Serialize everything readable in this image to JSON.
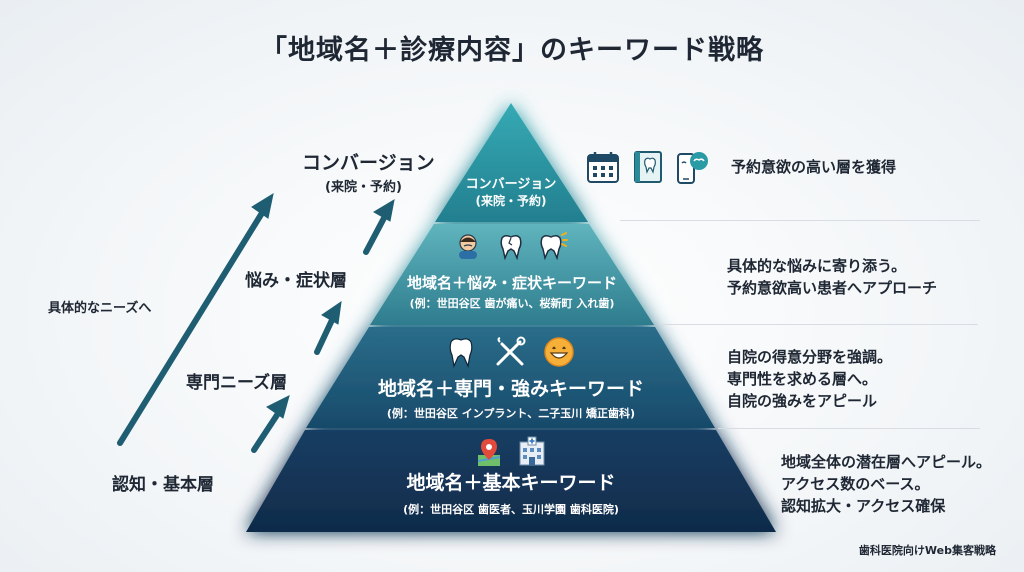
{
  "title": "「地域名＋診療内容」のキーワード戦略",
  "pyramid": {
    "top": {
      "line1": "コンバージョン",
      "line2": "(来院・予約)"
    },
    "tier2": {
      "line1": "地域名＋悩み・症状キーワード",
      "line2": "(例：世田谷区 歯が痛い、桜新町 入れ歯)"
    },
    "tier3": {
      "line1": "地域名＋専門・強みキーワード",
      "line2": "(例：世田谷区 インプラント、二子玉川 矯正歯科)"
    },
    "tier4": {
      "line1": "地域名＋基本キーワード",
      "line2": "(例：世田谷区 歯医者、玉川学園 歯科医院)"
    }
  },
  "left": {
    "conversion": "コンバージョン",
    "conversion_sub": "(来院・予約)",
    "worry": "悩み・症状層",
    "specialty": "専門ニーズ層",
    "basic": "認知・基本層",
    "direction": "具体的なニーズへ"
  },
  "right": {
    "top": [
      "予約意欲の高い層を獲得"
    ],
    "tier2": [
      "具体的な悩みに寄り添う。",
      "予約意欲高い患者へアプローチ"
    ],
    "tier3": [
      "自院の得意分野を強調。",
      "専門性を求める層へ。",
      "自院の強みをアピール"
    ],
    "tier4": [
      "地域全体の潜在層へアピール。",
      "アクセス数のベース。",
      "認知拡大・アクセス確保"
    ]
  },
  "footer": "歯科医院向けWeb集客戦略",
  "colors": {
    "tier1": "#2a9aa5",
    "tier2": "#3a8a9a",
    "tier3": "#1f5a7a",
    "tier4": "#14365a",
    "arrow": "#1d5a6e",
    "accent": "#3fa8b4"
  }
}
